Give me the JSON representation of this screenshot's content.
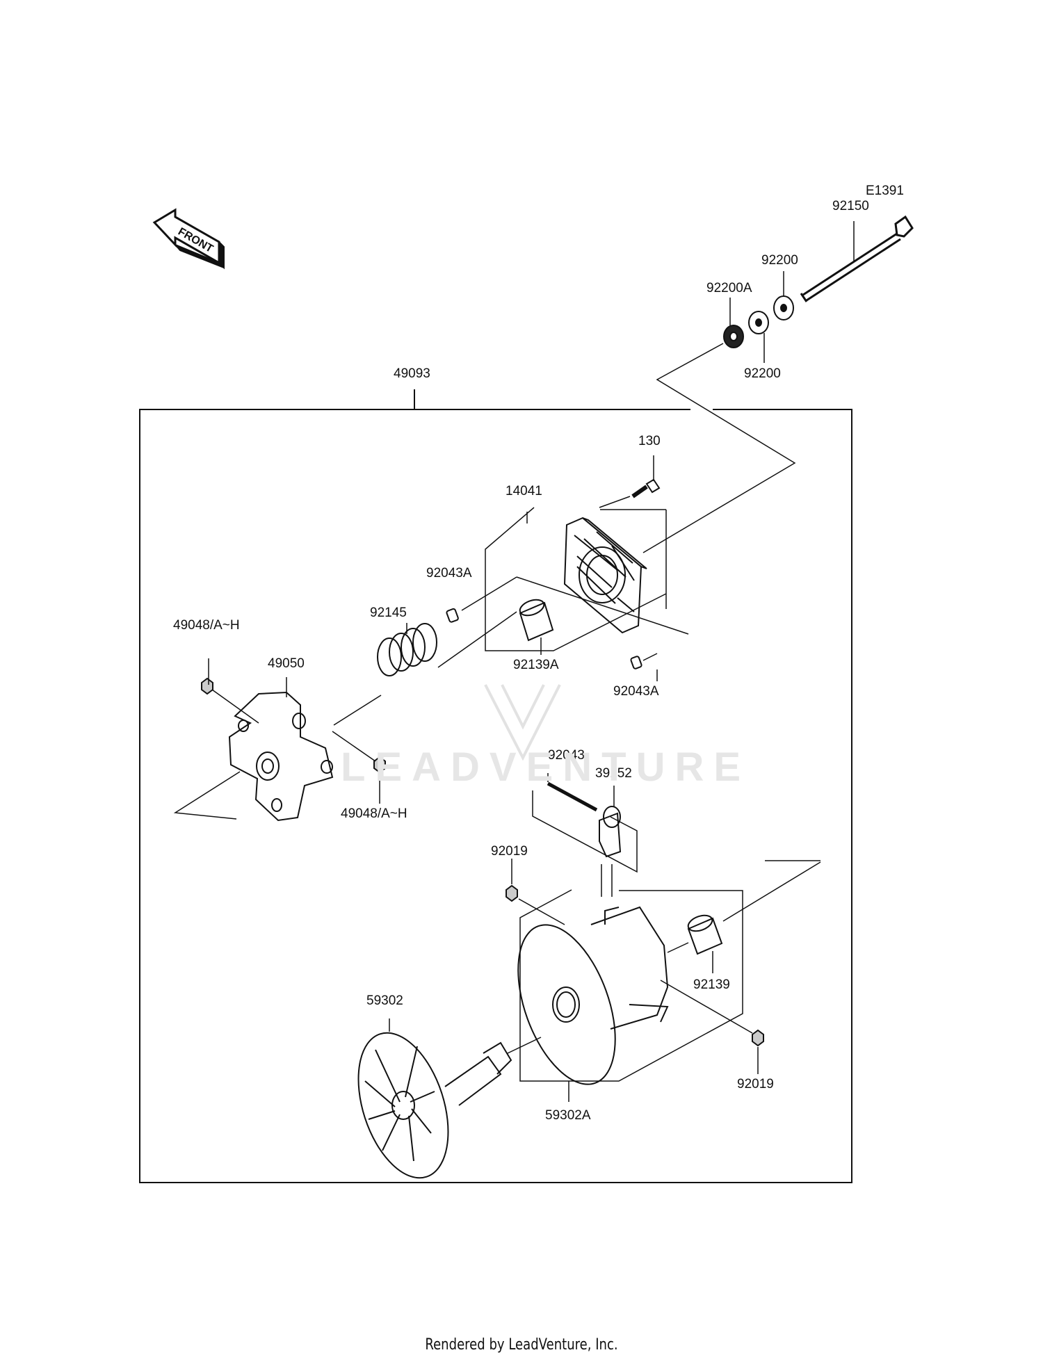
{
  "diagram_code": "E1391",
  "front_label": "FRONT",
  "watermark": "LEADVENTURE",
  "footer": "Rendered by LeadVenture, Inc.",
  "parts": {
    "p92150": "92150",
    "p92200_top": "92200",
    "p92200_bottom": "92200",
    "p92200A": "92200A",
    "p49093": "49093",
    "p130": "130",
    "p14041": "14041",
    "p92043A_left": "92043A",
    "p92043A_right": "92043A",
    "p92139A": "92139A",
    "p92145": "92145",
    "p49048_top": "49048/A~H",
    "p49048_bottom": "49048/A~H",
    "p49050": "49050",
    "p92043": "92043",
    "p39152": "39152",
    "p92019_top": "92019",
    "p92019_bottom": "92019",
    "p92139": "92139",
    "p59302": "59302",
    "p59302A": "59302A"
  }
}
